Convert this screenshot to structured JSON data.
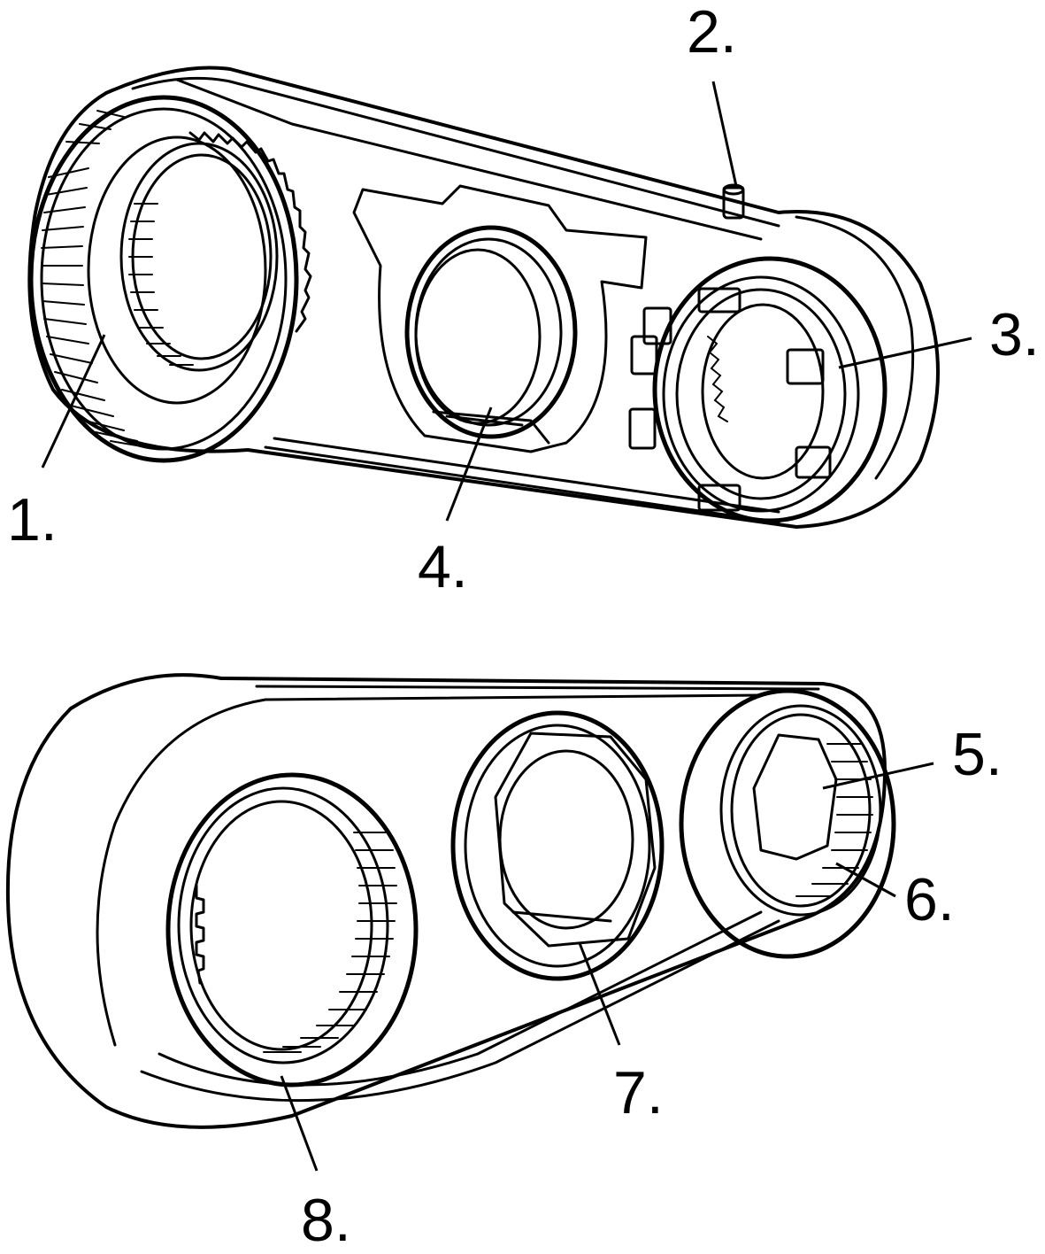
{
  "callouts": {
    "c1": "1.",
    "c2": "2.",
    "c3": "3.",
    "c4": "4.",
    "c5": "5.",
    "c6": "6.",
    "c7": "7.",
    "c8": "8."
  },
  "colors": {
    "ink": "#000000",
    "paper": "#ffffff"
  }
}
